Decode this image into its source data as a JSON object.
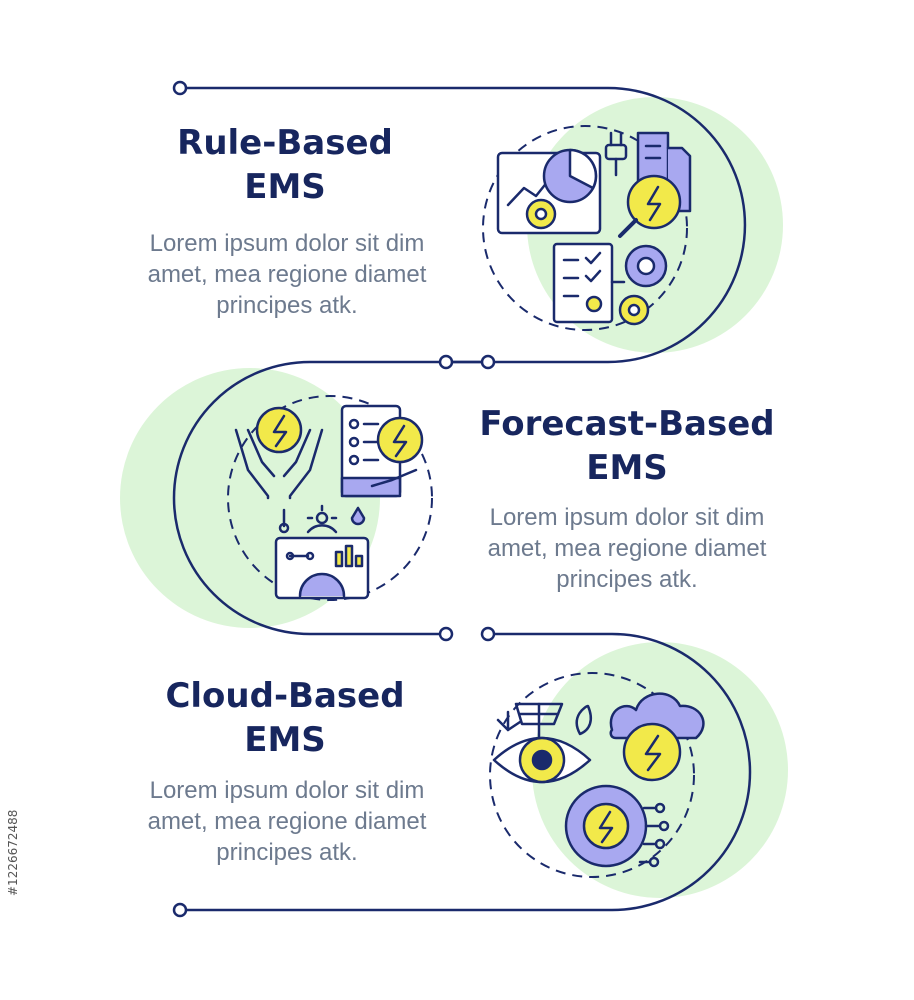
{
  "colors": {
    "navy": "#17265e",
    "body_text": "#6d7a8e",
    "green_blob": "#dcf5d8",
    "yellow": "#f2e94a",
    "purple": "#a8a8f0",
    "line": "#1a2a6c"
  },
  "sections": [
    {
      "title_line1": "Rule-Based",
      "title_line2": "EMS",
      "description_lines": [
        "Lorem ipsum dolor sit dim",
        "amet, mea regione diamet",
        "principes atk."
      ],
      "icon": "energy-dashboard-icon"
    },
    {
      "title_line1": "Forecast-Based",
      "title_line2": "EMS",
      "description_lines": [
        "Lorem ipsum dolor sit dim",
        "amet, mea regione diamet",
        "principes atk."
      ],
      "icon": "energy-forecast-icon"
    },
    {
      "title_line1": "Cloud-Based",
      "title_line2": "EMS",
      "description_lines": [
        "Lorem ipsum dolor sit dim",
        "amet, mea regione diamet",
        "principes atk."
      ],
      "icon": "cloud-energy-icon"
    }
  ],
  "stock_id": "#1226672488"
}
